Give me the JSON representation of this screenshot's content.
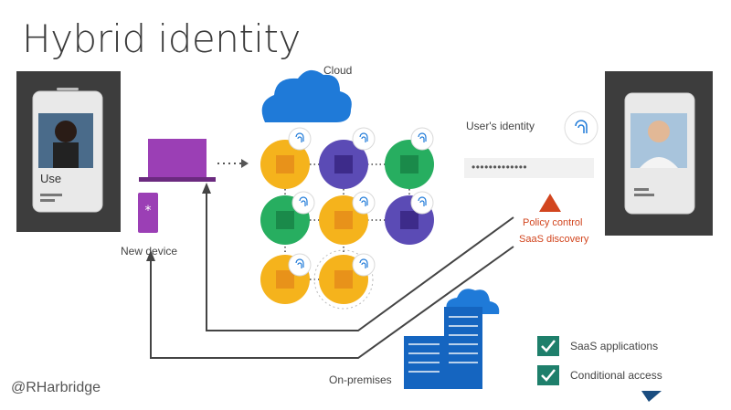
{
  "title": "Hybrid identity",
  "cloud_label": "Cloud",
  "user_identity_label": "User's identity",
  "password_dots": "•••••••••••••",
  "policy_control": "Policy control",
  "saas_discovery": "SaaS discovery",
  "new_device_label": "New device",
  "on_premises_label": "On-premises",
  "checklist": [
    {
      "label": "SaaS applications"
    },
    {
      "label": "Conditional access"
    }
  ],
  "left_card_text": "Use",
  "handle": "@RHarbridge",
  "colors": {
    "cloud_blue": "#1f7ad8",
    "building_blue": "#1565c0",
    "laptop_purple": "#9b3fb5",
    "check_green": "#1e7f6b",
    "warning_red": "#d2451e",
    "cube_yellow": "#f5b31c",
    "cube_green": "#27ae60",
    "cube_purple": "#5b4bb5"
  }
}
